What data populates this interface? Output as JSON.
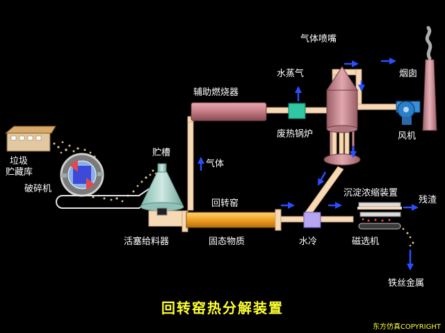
{
  "title": "回转窑热分解装置",
  "copyright": "东方仿真COPYRIGHT",
  "colors": {
    "pipe": "#f7d9b5",
    "kiln": "#f5a623",
    "arrow": "#2a4fff",
    "tower": "#c98a93",
    "burner": "#c47b84",
    "boiler": "#2fc7a4",
    "fan": "#2a7fc9"
  },
  "labels": {
    "storage": "垃圾\n贮藏库",
    "crusher": "破碎机",
    "hopper": "贮槽",
    "piston_feeder": "活塞给料器",
    "aux_burner": "辅助燃烧器",
    "gas": "气体",
    "kiln": "回转窑",
    "solid": "固态物质",
    "water_cool": "水冷",
    "steam": "水蒸气",
    "waste_boiler": "废热锅炉",
    "nozzle": "气体喷嘴",
    "chimney": "烟囱",
    "fan": "风机",
    "settler": "沉淀浓缩装置",
    "residue": "残渣",
    "magnetic": "磁选机",
    "iron": "铁丝金属"
  }
}
